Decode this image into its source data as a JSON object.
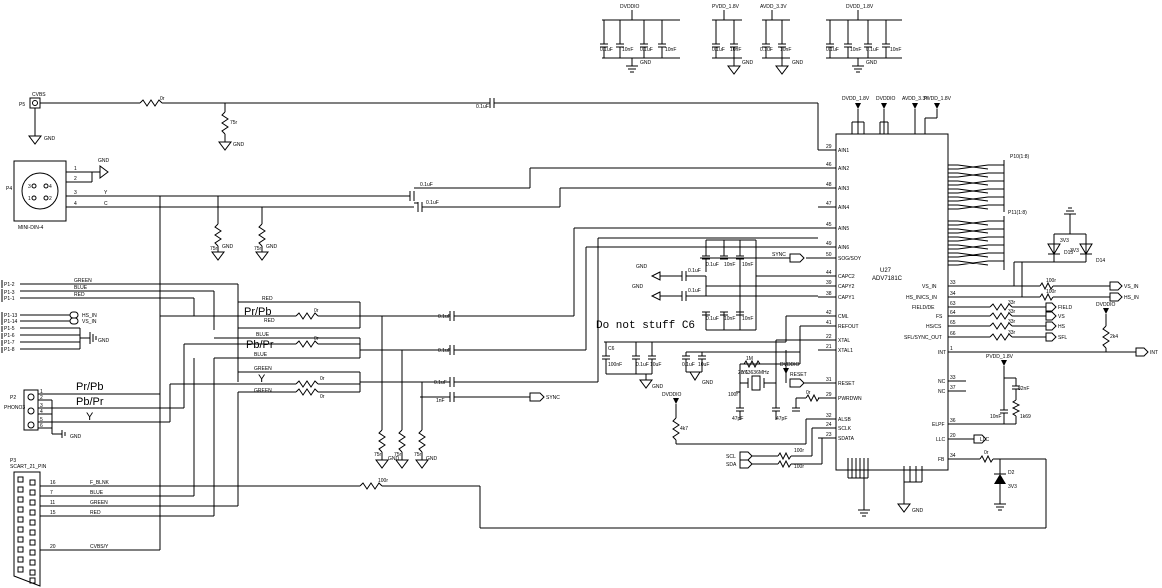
{
  "ic": {
    "ref": "U27",
    "part": "ADV7181C",
    "power_labels": [
      "DVDD_1.8V",
      "DVDDIO",
      "AVDD_3.3V",
      "PVDD_1.8V"
    ],
    "left_pins": [
      "AIN1",
      "AIN2",
      "AIN3",
      "AIN4",
      "AIN5",
      "AIN6",
      "SOG/SOY",
      "CAPC2",
      "CAPY2",
      "CAPY1",
      "CML",
      "REFOUT",
      "XTAL",
      "XTAL1",
      "RESET",
      "PWRDWN",
      "ALSB",
      "SCLK",
      "SDATA"
    ],
    "left_pin_numbers": [
      "29",
      "46",
      "48",
      "47",
      "45",
      "49",
      "50",
      "44",
      "39",
      "38",
      "42",
      "41",
      "22",
      "21",
      "31",
      "29",
      "32",
      "24",
      "23"
    ],
    "right_pins": [
      "VS_IN",
      "HS_IN/CS_IN",
      "FIELD/DE",
      "FS",
      "HS/CS",
      "SFL/SYNC_OUT",
      "INT",
      "NC",
      "NC",
      "ELPF",
      "LLC",
      "FB"
    ],
    "right_pin_numbers": [
      "33",
      "34",
      "63",
      "64",
      "65",
      "66",
      "1",
      "33",
      "37",
      "36",
      "20",
      "34"
    ]
  },
  "top_caps": {
    "groups": [
      "DVDDIO",
      "PVDD_1.8V",
      "AVDD_3.3V",
      "DVDD_1.8V"
    ],
    "values": [
      "0.1uF",
      "10nF"
    ]
  },
  "connectors": {
    "p5": {
      "ref": "P5",
      "net": "CVBS"
    },
    "p4": {
      "ref": "P4",
      "name": "MINI-DIN-4",
      "pins": [
        "1",
        "2",
        "3",
        "4"
      ],
      "nets": [
        "Y",
        "C"
      ]
    },
    "p1": {
      "pins": [
        "P1-2",
        "P1-3",
        "P1-1",
        "P1-13",
        "P1-14",
        "P1-5",
        "P1-6",
        "P1-7",
        "P1-8"
      ],
      "nets": [
        "GREEN",
        "BLUE",
        "RED",
        "HS_IN",
        "VS_IN"
      ]
    },
    "p2": {
      "ref": "P2",
      "name": "PHONO3",
      "labels": [
        "Pr/Pb",
        "Pb/Pr",
        "Y"
      ],
      "pins": [
        "1",
        "2",
        "3",
        "4",
        "5",
        "6"
      ]
    },
    "p3": {
      "ref": "P3",
      "name": "SCART_21_PIN",
      "nets": [
        "F_BLNK",
        "BLUE",
        "GREEN",
        "RED",
        "CVBS/Y"
      ],
      "pin_numbers": [
        "16",
        "7",
        "11",
        "15",
        "20"
      ]
    }
  },
  "passives": {
    "r_series": [
      "0r",
      "75r",
      "0r",
      "0r",
      "0r",
      "0r",
      "0r",
      "100r"
    ],
    "coupling_caps": [
      "0.1uF",
      "0.1uF",
      "0.1uF",
      "0.1uF",
      "0.1uF",
      "0.1uF",
      "1nF"
    ],
    "term_r": [
      "75r",
      "75r",
      "75r",
      "75r",
      "75r"
    ],
    "series_33r": [
      "33r",
      "33r",
      "33r",
      "33r",
      "33r",
      "33r",
      "33r",
      "33r"
    ],
    "out_r": [
      "33r",
      "33r",
      "33r",
      "33r"
    ],
    "i2c_r": [
      "100r",
      "100r"
    ],
    "misc": [
      "0r",
      "100r",
      "100r",
      "1M",
      "0r",
      "82nF",
      "10nF",
      "1k69",
      "2k4",
      "4k7",
      "47pF",
      "47pF",
      "100nF",
      "10uF",
      "0.1uF",
      "10uF",
      "0.1uF",
      "10nF",
      "10nF",
      "10nF"
    ]
  },
  "net_labels": {
    "gnd": "GND",
    "sync": "SYNC",
    "sync_out": "SYNC",
    "vs_in": "VS_IN",
    "hs_in": "HS_IN",
    "field": "FIELD",
    "vs": "VS",
    "hs": "HS",
    "sfl": "SFL",
    "int": "INT",
    "llc": "LLC",
    "reset": "RESET",
    "scl": "SCL",
    "sda": "SDA",
    "dvddio": "DVDDIO",
    "pvdd": "PVDD_1.8V",
    "crystal": "28.63636MHz",
    "crystal_ref": "Y1",
    "d2": "D2",
    "d2_val": "3V3",
    "d14": "D14",
    "d15": "D15",
    "z3v3": "3V3",
    "p10": "P10(1:8)",
    "p11": "P11(1:8)"
  },
  "labels": {
    "pr_pb": "Pr/Pb",
    "pb_pr": "Pb/Pr",
    "y": "Y",
    "red": "RED",
    "blue": "BLUE",
    "green": "GREEN",
    "do_not_stuff": "Do not stuff C6"
  }
}
